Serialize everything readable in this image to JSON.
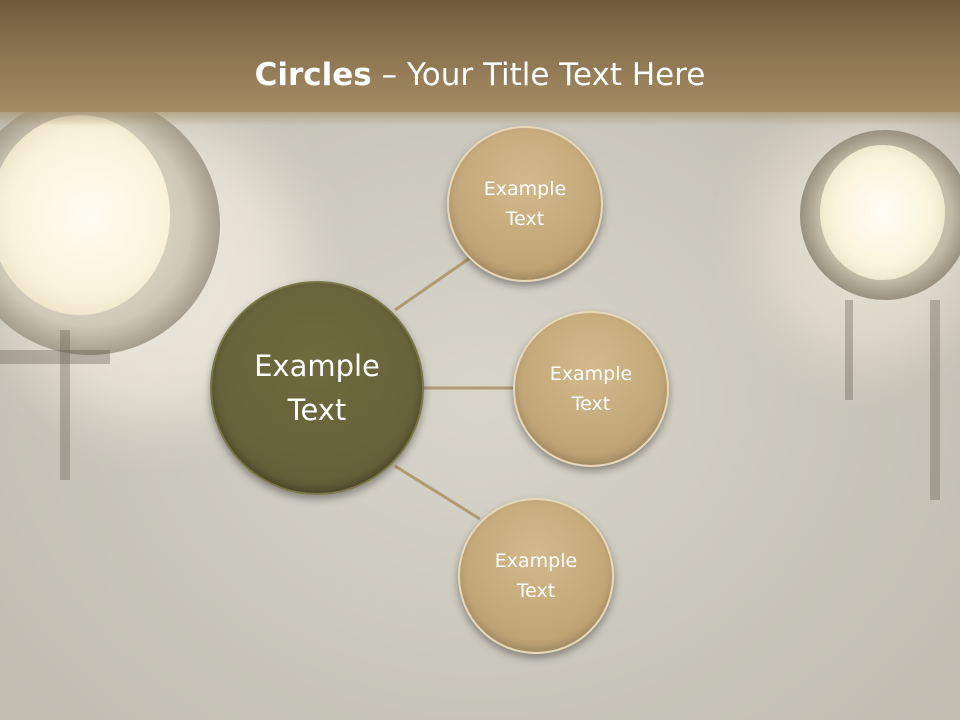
{
  "title": {
    "bold": "Circles",
    "rest": " – Your Title Text Here"
  },
  "diagram": {
    "center": {
      "line1": "Example",
      "line2": "Text"
    },
    "nodes": [
      {
        "line1": "Example",
        "line2": "Text"
      },
      {
        "line1": "Example",
        "line2": "Text"
      },
      {
        "line1": "Example",
        "line2": "Text"
      }
    ]
  },
  "colors": {
    "title_bar": "#8a7350",
    "center_circle": "#66623a",
    "node_circle": "#c3a778",
    "connector": "#b09a72",
    "text": "#ffffff"
  }
}
